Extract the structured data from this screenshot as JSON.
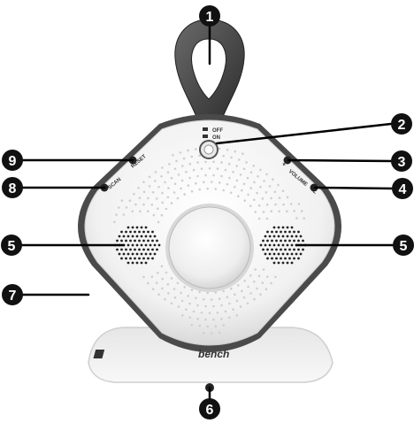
{
  "callouts": [
    {
      "number": "1"
    },
    {
      "number": "2"
    },
    {
      "number": "3"
    },
    {
      "number": "4"
    },
    {
      "number": "5"
    },
    {
      "number": "5"
    },
    {
      "number": "6"
    },
    {
      "number": "7"
    },
    {
      "number": "8"
    },
    {
      "number": "9"
    }
  ],
  "device_labels": {
    "switch_off": "OFF",
    "switch_on": "ON",
    "reset": "RESET",
    "scan": "SCAN",
    "volume_plus": "+",
    "volume": "VOLUME",
    "volume_minus": "−"
  },
  "brand": "bench",
  "colors": {
    "body": "#f2f2f2",
    "rim": "#4a4a4a",
    "callout_fill": "#111111",
    "callout_text": "#ffffff",
    "speaker_dots": "#222222"
  }
}
